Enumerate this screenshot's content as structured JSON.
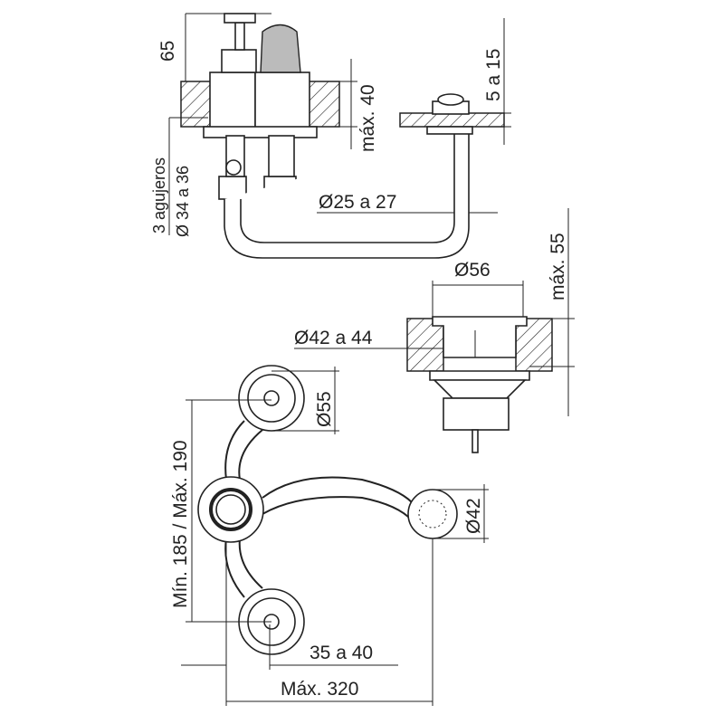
{
  "drawing": {
    "top_view": {
      "height_label": "65",
      "max_thickness_label": "máx. 40",
      "spout_thickness_label": "5 a 15",
      "holes_label": "3 agujeros",
      "holes_diameter_label": "Ø 34 a 36",
      "pipe_diameter_label": "Ø25 a 27"
    },
    "drain_view": {
      "max_thickness_label": "máx. 55",
      "diameter_label": "Ø56",
      "hole_diameter_label": "Ø42 a 44"
    },
    "plan_view": {
      "handle_diameter_label": "Ø55",
      "spacing_label": "Mín. 185 / Máx. 190",
      "spout_diameter_label": "Ø42",
      "offset_label": "35 a 40",
      "max_width_label": "Máx. 320"
    }
  }
}
